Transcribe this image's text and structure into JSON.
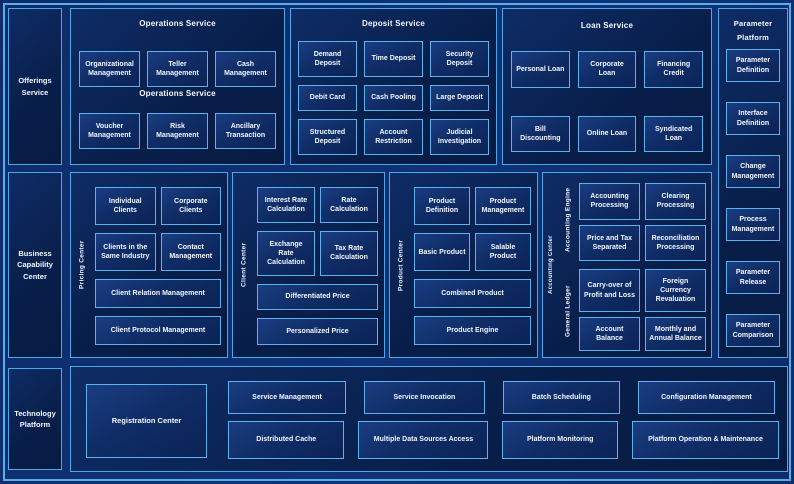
{
  "left_rail": {
    "offerings": "Offerings Service",
    "business": "Business Capability Center",
    "technology": "Technology Platform"
  },
  "operations_service": {
    "title": "Operations Service",
    "subtitle": "Operations Service",
    "row1": [
      "Organizational Management",
      "Teller Management",
      "Cash Management"
    ],
    "row2": [
      "Voucher Management",
      "Risk Management",
      "Ancillary Transaction"
    ]
  },
  "deposit_service": {
    "title": "Deposit Service",
    "items": [
      "Demand Deposit",
      "Time Deposit",
      "Security Deposit",
      "Debit Card",
      "Cash Pooling",
      "Large Deposit",
      "Structured Deposit",
      "Account Restriction",
      "Judicial Investigation"
    ]
  },
  "loan_service": {
    "title": "Loan Service",
    "items": [
      "Personal Loan",
      "Corporate Loan",
      "Financing Credit",
      "Bill Discounting",
      "Online Loan",
      "Syndicated Loan"
    ]
  },
  "parameter_platform": {
    "title": "Parameter Platform",
    "items": [
      "Parameter Definition",
      "Interface Definition",
      "Change Management",
      "Process Management",
      "Parameter Release",
      "Parameter Comparison"
    ]
  },
  "pricing_center": {
    "label": "Pricing Center",
    "small_items": [
      "Individual Clients",
      "Corporate Clients",
      "Clients in the Same Industry",
      "Contact Management"
    ],
    "wide_items": [
      "Client Relation Management",
      "Client Protocol Management"
    ]
  },
  "client_center": {
    "label": "Client Center",
    "small_items": [
      "Interest Rate Calculation",
      "Rate Calculation",
      "Exchange Rate Calculation",
      "Tax Rate Calculation"
    ],
    "wide_items": [
      "Differentiated Price",
      "Personalized Price"
    ]
  },
  "product_center": {
    "label": "Product Center",
    "small_items": [
      "Product Definition",
      "Product Management",
      "Basic Product",
      "Salable Product"
    ],
    "wide_items": [
      "Combined Product",
      "Product Engine"
    ]
  },
  "accounting_center": {
    "label": "Accounting Center",
    "groups": [
      {
        "label": "Accounting Engine",
        "items": [
          "Accounting Processing",
          "Clearing Processing",
          "Price and Tax Separated",
          "Reconciliation Processing"
        ]
      },
      {
        "label": "General Ledger",
        "items": [
          "Carry-over of Profit and Loss",
          "Foreign Currency Revaluation",
          "Account Balance",
          "Monthly and Annual Balance"
        ]
      }
    ]
  },
  "technology_platform_panel": {
    "registration": "Registration Center",
    "row1": [
      "Service Management",
      "Service Invocation",
      "Batch Scheduling",
      "Configuration Management"
    ],
    "row2": [
      "Distributed Cache",
      "Multiple Data Sources Access",
      "Platform Monitoring",
      "Platform Operation & Maintenance"
    ]
  },
  "colors": {
    "background": "#0f3378",
    "panel_fill": "#081e49",
    "box_fill": "#102d67",
    "border": "#5db2ee",
    "text": "#f2f7ff"
  }
}
